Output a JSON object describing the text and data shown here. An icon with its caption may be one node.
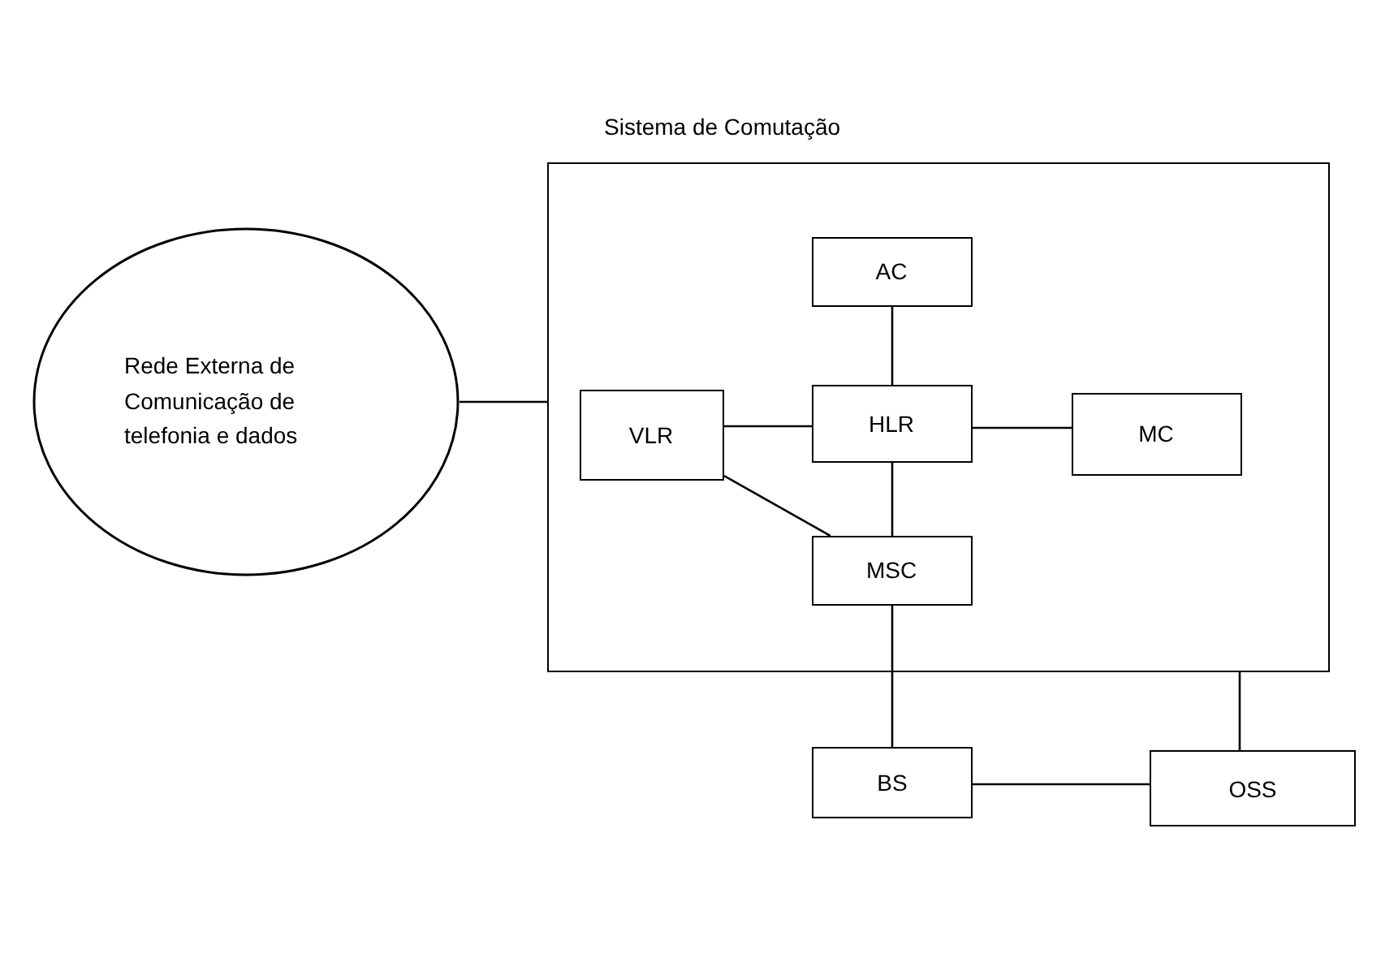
{
  "diagram": {
    "nodes": [
      {
        "text": [
          "Rede Externa de Comunicação de telefonia e dados"
        ]
      },
      {
        "text": [
          "Sistema de Comutação"
        ]
      },
      {
        "text": [
          "AC"
        ],
        "in": 1
      },
      {
        "text": [
          "VLR"
        ],
        "in": 1
      },
      {
        "text": [
          "HLR"
        ],
        "in": 1
      },
      {
        "text": [
          "MC"
        ],
        "in": 1
      },
      {
        "text": [
          "MSC"
        ],
        "in": 1
      },
      {
        "text": [
          "BS"
        ]
      },
      {
        "text": [
          "OSS"
        ]
      }
    ],
    "edges": [
      {
        "from": 0,
        "to": 1,
        "arrow": "none"
      },
      {
        "from": 2,
        "to": 4,
        "arrow": "none"
      },
      {
        "from": 3,
        "to": 4,
        "arrow": "none"
      },
      {
        "from": 4,
        "to": 5,
        "arrow": "none"
      },
      {
        "from": 4,
        "to": 6,
        "arrow": "none"
      },
      {
        "from": 3,
        "to": 6,
        "arrow": "none"
      },
      {
        "from": 6,
        "to": 7,
        "arrow": "none"
      },
      {
        "from": 7,
        "to": 8,
        "arrow": "none"
      },
      {
        "from": 8,
        "to": 1,
        "arrow": "none"
      }
    ]
  }
}
